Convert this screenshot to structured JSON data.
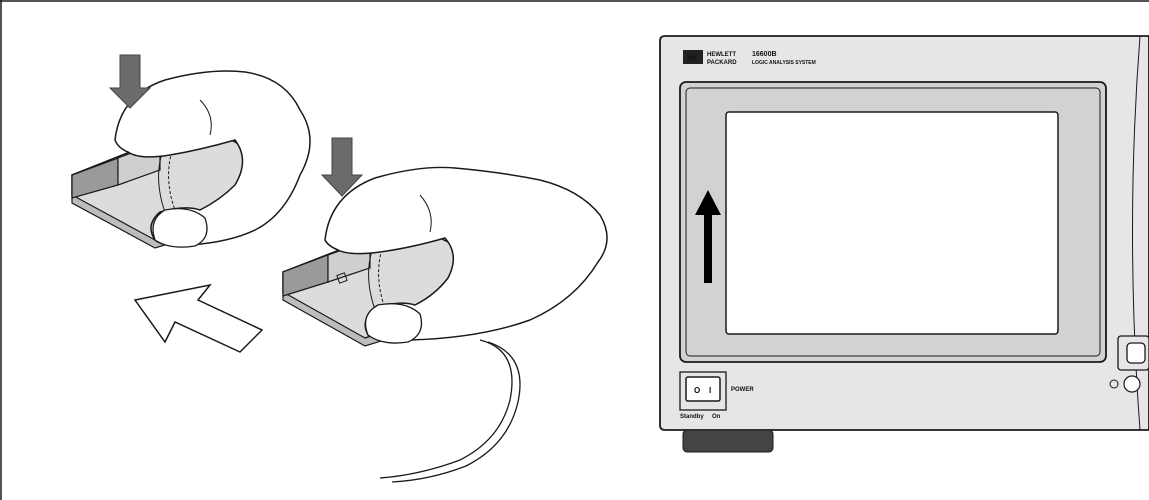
{
  "instrument": {
    "brand_line1": "HEWLETT",
    "brand_line2": "PACKARD",
    "model": "16600B",
    "subtitle": "LOGIC ANALYSIS SYSTEM",
    "power_label": "POWER",
    "standby_label": "Standby",
    "on_label": "On",
    "switch_off_glyph": "O",
    "switch_on_glyph": "I"
  },
  "colors": {
    "line": "#1a1a1a",
    "arrow_dark": "#6b6b6b",
    "arrow_black": "#000000",
    "button_gray": "#9a9a9a",
    "mouse_light": "#dcdcdc",
    "mouse_mid": "#bdbdbd",
    "panel_face": "#e6e6e6",
    "bezel": "#d2d2d2",
    "screen": "#ffffff",
    "logo_black": "#222222"
  },
  "icons": [
    "down-arrow-icon",
    "up-arrow-icon",
    "outline-arrow-icon",
    "hp-logo-icon",
    "indicator-icon"
  ]
}
